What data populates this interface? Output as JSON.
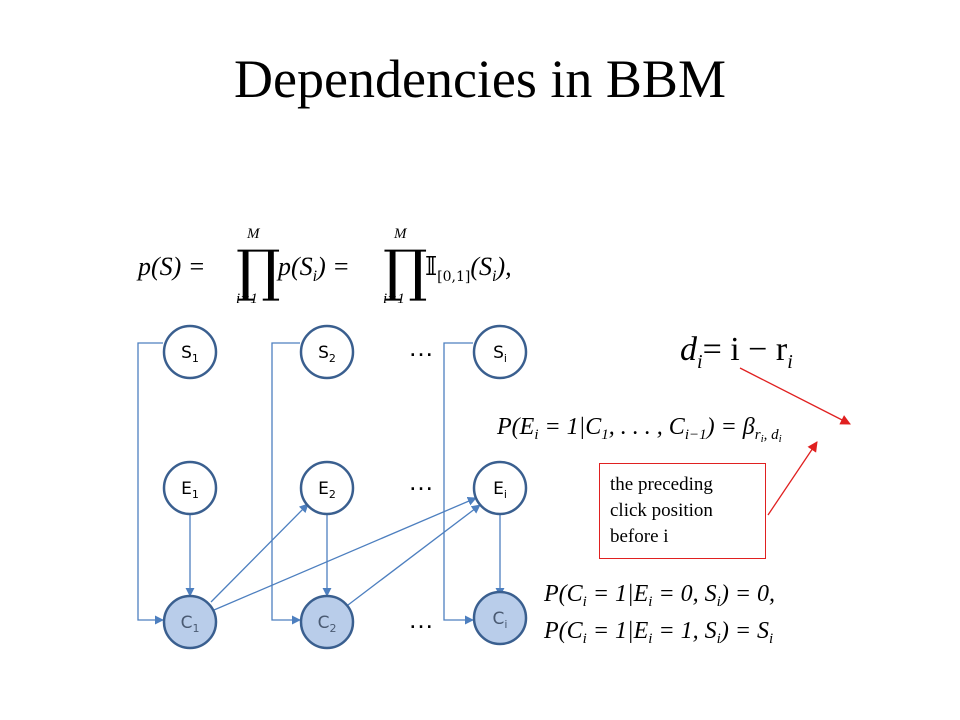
{
  "title": "Dependencies in BBM",
  "nodes": {
    "S": [
      {
        "base": "S",
        "sub": "1"
      },
      {
        "base": "S",
        "sub": "2"
      },
      {
        "base": "S",
        "sub": "i"
      }
    ],
    "E": [
      {
        "base": "E",
        "sub": "1"
      },
      {
        "base": "E",
        "sub": "2"
      },
      {
        "base": "E",
        "sub": "i"
      }
    ],
    "C": [
      {
        "base": "C",
        "sub": "1"
      },
      {
        "base": "C",
        "sub": "2"
      },
      {
        "base": "C",
        "sub": "i"
      }
    ]
  },
  "ellipsis": "…",
  "formulas": {
    "prior_lhs": "p(S) = ",
    "prod_upper": "M",
    "prod_lower": "i=1",
    "prior_mid": "p(S",
    "prior_mid_close": ") = ",
    "indicator": "𝕀",
    "indicator_sub": "[0,1]",
    "prior_tail": "(S",
    "prior_tail_close": "),",
    "d_def_lhs": "d",
    "d_def_rhs": "= i − r",
    "examine": "P(E",
    "examine_rest": " = 1|C",
    "examine_dots": ", . . . , C",
    "examine_sub_prev": "i−1",
    "examine_rhs": ") = β",
    "examine_beta_sub": "r",
    "examine_beta_sub2": ", d",
    "click0": "P(C",
    "click0_rest": " = 1|E",
    "click0_tail": " = 0, S",
    "click0_end": ") = 0,",
    "click1": "P(C",
    "click1_rest": " = 1|E",
    "click1_tail": " = 1, S",
    "click1_end": ") = S",
    "sub_i": "i",
    "sub_1": "1"
  },
  "note": {
    "lines": [
      "the preceding",
      "click position",
      "before i"
    ]
  },
  "colors": {
    "node_stroke": "#3a5f8f",
    "node_fill_white": "#ffffff",
    "node_fill_click": "#b9cdea",
    "edge": "#4d7fbf",
    "annotation": "#e02020"
  }
}
